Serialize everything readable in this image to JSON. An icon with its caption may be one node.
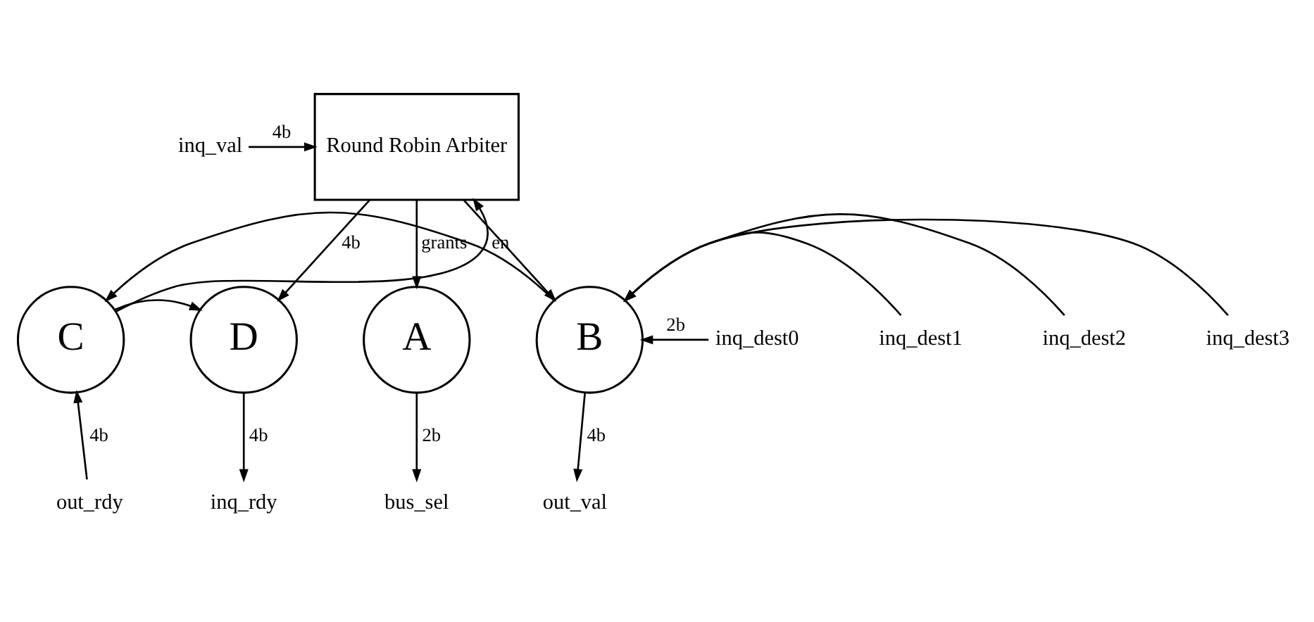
{
  "diagram": {
    "nodes": [
      {
        "text": [
          "inq_val"
        ]
      },
      {
        "text": [
          "Round Robin Arbiter"
        ]
      },
      {
        "text": [
          "C"
        ]
      },
      {
        "text": [
          "D"
        ]
      },
      {
        "text": [
          "A"
        ]
      },
      {
        "text": [
          "B"
        ]
      },
      {
        "text": [
          "inq_dest0"
        ]
      },
      {
        "text": [
          "inq_dest1"
        ]
      },
      {
        "text": [
          "inq_dest2"
        ]
      },
      {
        "text": [
          "inq_dest3"
        ]
      },
      {
        "text": [
          "out_rdy"
        ]
      },
      {
        "text": [
          "inq_rdy"
        ]
      },
      {
        "text": [
          "bus_sel"
        ]
      },
      {
        "text": [
          "out_val"
        ]
      }
    ],
    "edges": [
      {
        "from": 0,
        "to": 1,
        "arrow": "to",
        "label": "4b"
      },
      {
        "from": 1,
        "to": 3,
        "arrow": "to",
        "label": "4b"
      },
      {
        "from": 1,
        "to": 4,
        "arrow": "to",
        "label": "grants"
      },
      {
        "from": 1,
        "to": 5,
        "arrow": "to"
      },
      {
        "from": 2,
        "to": 1,
        "arrow": "to",
        "label": "en"
      },
      {
        "from": 2,
        "to": 3,
        "arrow": "to"
      },
      {
        "from": 6,
        "to": 5,
        "arrow": "to",
        "label": "2b"
      },
      {
        "from": 7,
        "to": 5,
        "arrow": "to"
      },
      {
        "from": 8,
        "to": 5,
        "arrow": "to"
      },
      {
        "from": 9,
        "to": 5,
        "arrow": "to"
      },
      {
        "from": 10,
        "to": 2,
        "arrow": "to",
        "label": "4b"
      },
      {
        "from": 3,
        "to": 11,
        "arrow": "to",
        "label": "4b"
      },
      {
        "from": 4,
        "to": 12,
        "arrow": "to",
        "label": "2b"
      },
      {
        "from": 5,
        "to": 13,
        "arrow": "to",
        "label": "4b"
      },
      {
        "from": 5,
        "to": 2,
        "arrow": "to"
      }
    ]
  }
}
